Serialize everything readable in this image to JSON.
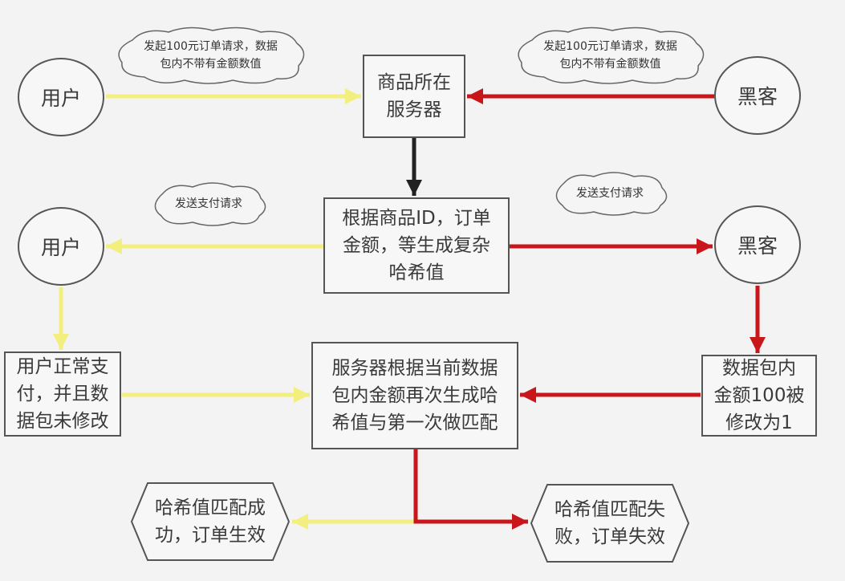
{
  "nodes": {
    "user_top": "用户",
    "hacker_top": "黑客",
    "server": "商品所在\n服务器",
    "hash_gen": "根据商品ID，订单\n金额，等生成复杂\n哈希值",
    "user_mid": "用户",
    "hacker_mid": "黑客",
    "user_pay": "用户正常支\n付，并且数\n据包未修改",
    "server_check": "服务器根据当前数据\n包内金额再次生成哈\n希值与第一次做匹配",
    "hacker_modify": "数据包内\n金额100被\n修改为1",
    "success": "哈希值匹配成\n功，订单生效",
    "fail": "哈希值匹配失\n败，订单失效"
  },
  "clouds": {
    "user_request": "发起100元订单请求，数据\n包内不带有金额数值",
    "hacker_request": "发起100元订单请求，数据\n包内不带有金额数值",
    "user_pay_request": "发送支付请求",
    "hacker_pay_request": "发送支付请求"
  },
  "colors": {
    "user_path": "#f2ef7e",
    "hacker_path": "#c9161a",
    "server_path": "#222222"
  }
}
